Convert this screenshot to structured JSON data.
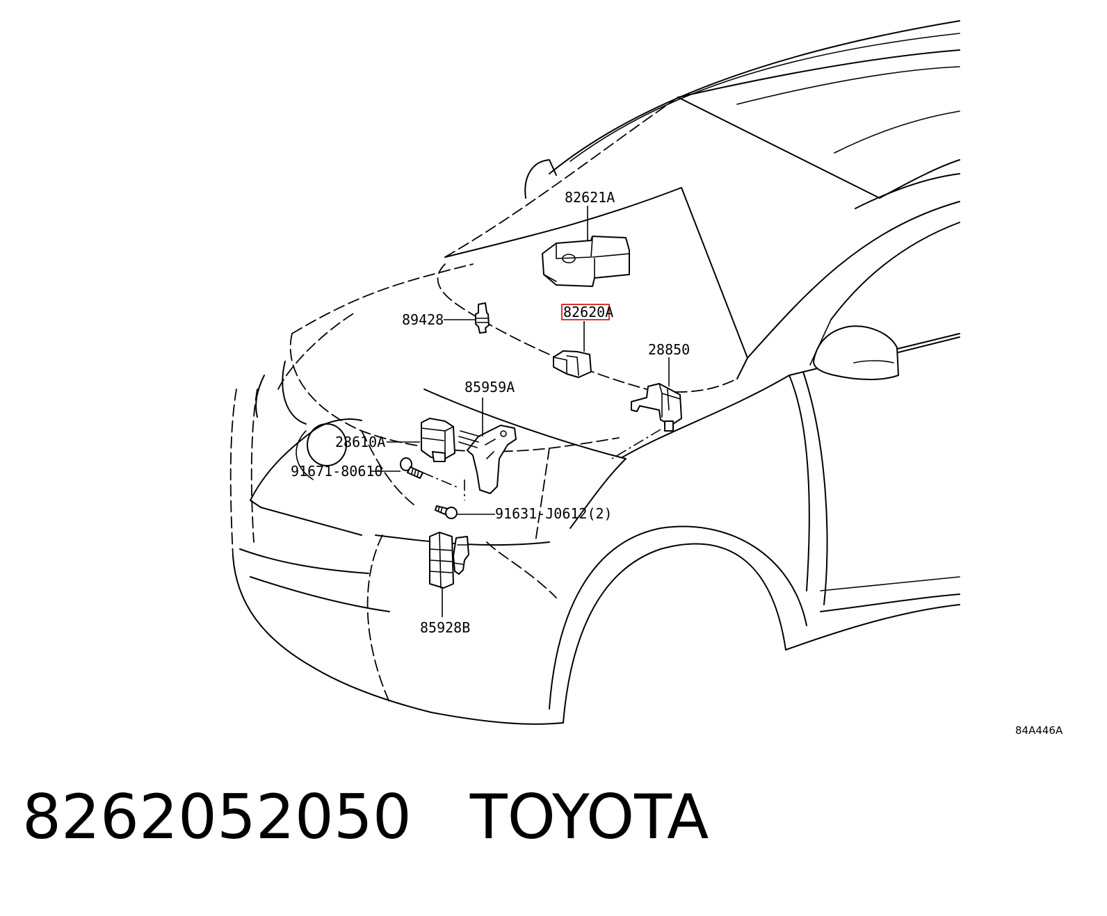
{
  "parts": [
    {
      "id": "p1",
      "label": "82621A"
    },
    {
      "id": "p2",
      "label": "82620A",
      "highlighted": true
    },
    {
      "id": "p3",
      "label": "89428"
    },
    {
      "id": "p4",
      "label": "28850"
    },
    {
      "id": "p5",
      "label": "85959A"
    },
    {
      "id": "p6",
      "label": "28610A"
    },
    {
      "id": "p7",
      "label": "91671-80610"
    },
    {
      "id": "p8",
      "label": "91631-J0612(2)"
    },
    {
      "id": "p9",
      "label": "85928B"
    }
  ],
  "illustration_code": "84A446A",
  "caption": {
    "part_number": "8262052050",
    "brand": "TOYOTA"
  },
  "colors": {
    "line": "#000000",
    "highlight": "#d40000",
    "background": "#ffffff"
  }
}
